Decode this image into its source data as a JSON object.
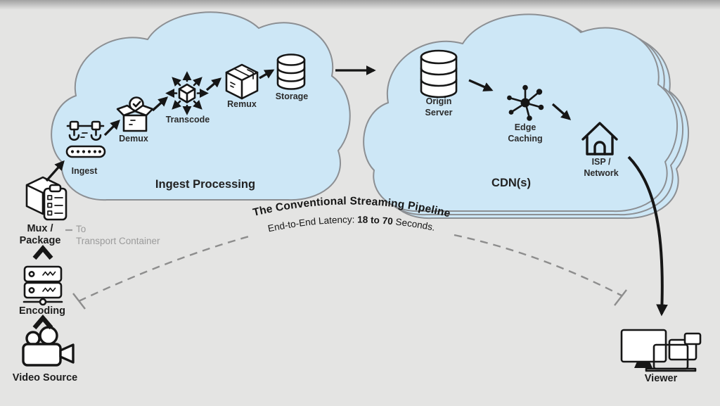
{
  "colors": {
    "bg": "#e4e4e3",
    "cloud_fill": "#cde7f6",
    "cloud_stroke": "#8c8f93",
    "ink": "#161616",
    "label": "#2b2b2b",
    "muted": "#9b9b9b",
    "dash": "#8d8d8d"
  },
  "banner": {
    "title": "The Conventional Streaming Pipeline",
    "latency_prefix": "End-to-End Latency: ",
    "latency_value": "18 to 70",
    "latency_suffix": " Seconds."
  },
  "source_chain": {
    "video_source": {
      "label": "Video Source",
      "icon": "video-camera-icon"
    },
    "encoding": {
      "label": "Encoding",
      "icon": "encoder-servers-icon"
    },
    "mux_package": {
      "label_line1": "Mux /",
      "label_line2": "Package",
      "icon": "package-clipboard-icon"
    },
    "annotation": {
      "line1": "To",
      "line2": "Transport Container"
    }
  },
  "ingest_cloud": {
    "title": "Ingest Processing",
    "nodes": [
      {
        "label": "Ingest",
        "icon": "conveyor-icon"
      },
      {
        "label": "Demux",
        "icon": "open-box-icon"
      },
      {
        "label": "Transcode",
        "icon": "cube-arrows-icon"
      },
      {
        "label": "Remux",
        "icon": "sealed-box-icon"
      },
      {
        "label": "Storage",
        "icon": "database-icon"
      }
    ]
  },
  "cdn_cloud": {
    "title": "CDN(s)",
    "nodes": [
      {
        "label_line1": "Origin",
        "label_line2": "Server",
        "icon": "database-icon"
      },
      {
        "label_line1": "Edge",
        "label_line2": "Caching",
        "icon": "network-hub-icon"
      },
      {
        "label_line1": "ISP /",
        "label_line2": "Network",
        "icon": "house-icon"
      }
    ]
  },
  "viewer": {
    "label": "Viewer",
    "icon": "devices-icon"
  }
}
